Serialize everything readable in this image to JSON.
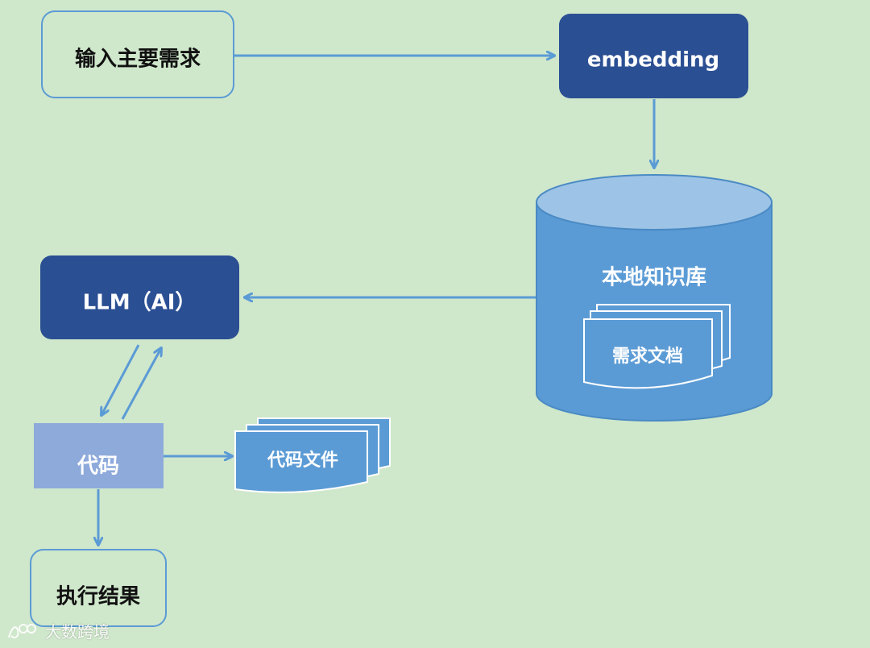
{
  "diagram": {
    "nodes": {
      "input": "输入主要需求",
      "embedding": "embedding",
      "knowledge_base": "本地知识库",
      "requirement_docs": "需求文档",
      "llm": "LLM（AI）",
      "code": "代码",
      "code_files": "代码文件",
      "result": "执行结果"
    }
  },
  "watermark": {
    "text": "大数跨境"
  },
  "colors": {
    "background": "#cfe7cb",
    "dark_blue": "#2b4f93",
    "medium_blue": "#5b9bd5",
    "light_blue": "#8eaadb",
    "cylinder_top": "#9dc3e6",
    "arrow": "#5b9bd5",
    "outline": "#5b9bd5",
    "white": "#ffffff"
  }
}
